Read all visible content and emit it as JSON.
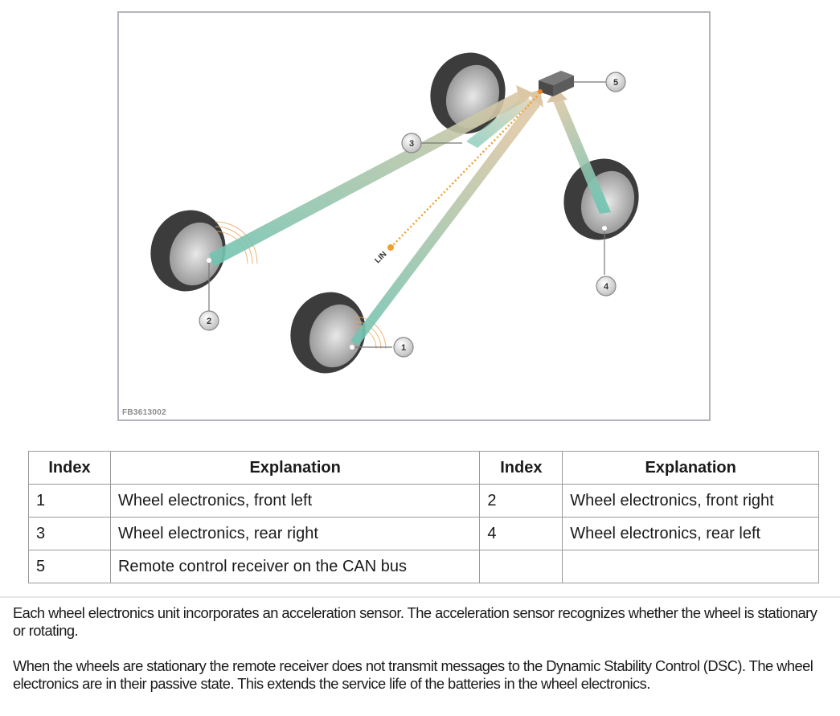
{
  "figure": {
    "id_label": "FB3613002",
    "bus_label": "LIN",
    "callouts": [
      "1",
      "2",
      "3",
      "4",
      "5"
    ],
    "colors": {
      "signal_beam": "#7ec8b8",
      "signal_beam_far": "#d8c6a6",
      "lin_wire": "#f0a030",
      "tire": "#3a3a3a",
      "rim": "#bdbdbd"
    }
  },
  "table": {
    "headers": [
      "Index",
      "Explanation",
      "Index",
      "Explanation"
    ],
    "rows": [
      [
        "1",
        "Wheel electronics, front left",
        "2",
        "Wheel electronics, front right"
      ],
      [
        "3",
        "Wheel electronics, rear right",
        "4",
        "Wheel electronics, rear left"
      ],
      [
        "5",
        "Remote control receiver on the CAN bus",
        "",
        ""
      ]
    ]
  },
  "paragraphs": [
    "Each wheel electronics unit incorporates an acceleration sensor. The acceleration sensor recognizes whether the wheel is stationary or rotating.",
    "When the wheels are stationary the remote receiver does not transmit messages to the Dynamic Stability Control (DSC). The wheel electronics are in their passive state. This extends the service life of the batteries in the wheel electronics."
  ]
}
